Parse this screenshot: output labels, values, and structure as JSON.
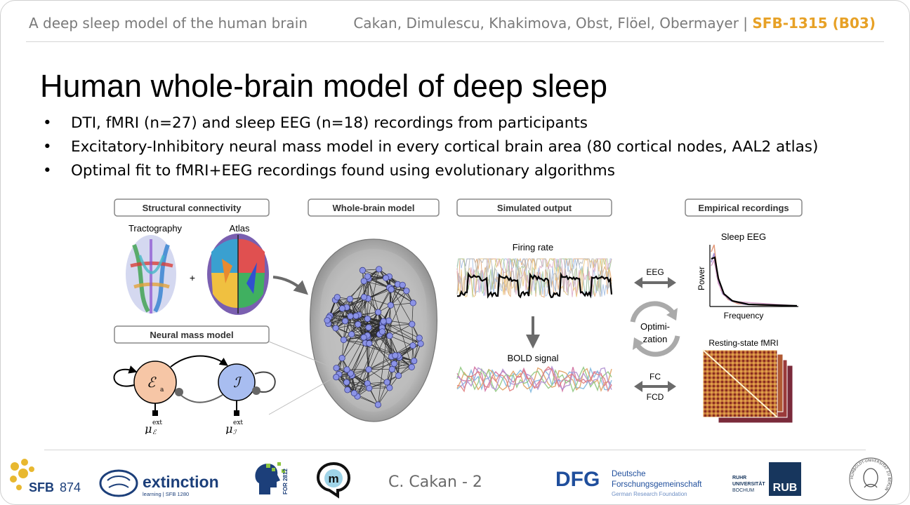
{
  "header": {
    "left": "A deep sleep model of the human brain",
    "authors": "Cakan, Dimulescu, Khakimova, Obst, Flöel, Obermayer | ",
    "project": "SFB-1315 (B03)"
  },
  "title": "Human whole-brain model of deep sleep",
  "bullets": [
    "DTI, fMRI (n=27) and sleep EEG (n=18) recordings from participants",
    "Excitatory-Inhibitory neural mass model in every cortical brain area (80 cortical nodes, AAL2 atlas)",
    "Optimal fit to fMRI+EEG recordings found using evolutionary algorithms"
  ],
  "figure": {
    "boxes": {
      "structural": "Structural connectivity",
      "whole_brain": "Whole-brain model",
      "simulated": "Simulated output",
      "empirical": "Empirical recordings",
      "neural_mass": "Neural mass model"
    },
    "labels": {
      "tractography": "Tractography",
      "atlas": "Atlas",
      "plus": "+",
      "firing_rate": "Firing rate",
      "bold": "BOLD signal",
      "eeg": "EEG",
      "optim_1": "Optimi-",
      "optim_2": "zation",
      "fc": "FC",
      "fcd": "FCD",
      "sleep_eeg": "Sleep EEG",
      "power": "Power",
      "frequency": "Frequency",
      "resting_fmri": "Resting-state fMRI",
      "exc_symbol": "ℰ",
      "exc_sub": "a",
      "inh_symbol": "ℐ",
      "mu": "μ",
      "ext": "ext",
      "e_sub": "ℰ",
      "i_sub": "ℐ"
    }
  },
  "footer": {
    "page": "C. Cakan - 2",
    "sfb874": "SFB",
    "sfb874_num": "874",
    "extinction": "extinction",
    "extinction_sub": "learning | SFB 1280",
    "for2812": "FOR 2812",
    "m_logo": "m",
    "dfg": "DFG",
    "dfg_1": "Deutsche",
    "dfg_2": "Forschungsgemeinschaft",
    "dfg_3": "German Research Foundation",
    "ruhr_1": "RUHR",
    "ruhr_2": "UNIVERSITÄT",
    "ruhr_3": "BOCHUM",
    "rub": "RUB",
    "hu_text": "HUMBOLDT-UNIVERSITÄT ZU BERLIN"
  },
  "colors": {
    "accent": "#e7a126",
    "header_gray": "#7a7a7a",
    "exc_fill": "#f6c6a6",
    "inh_fill": "#a8bdf0",
    "node": "#8b93e6",
    "dfg_blue": "#1f4e9c",
    "rub_blue": "#17365d"
  }
}
